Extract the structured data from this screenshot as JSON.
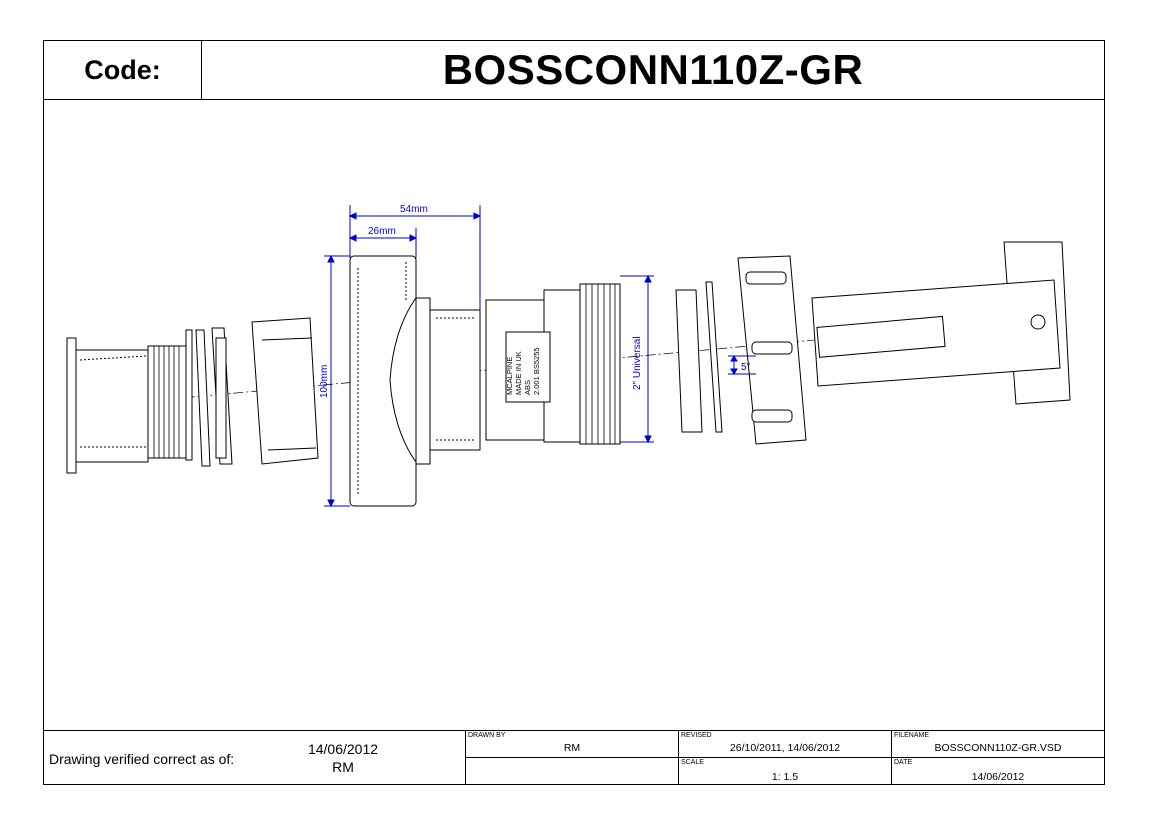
{
  "header": {
    "code_label": "Code:",
    "code_value": "BOSSCONN110Z-GR"
  },
  "drawing": {
    "dim_54": "54mm",
    "dim_26": "26mm",
    "dim_100": "100mm",
    "dim_universal": "2\" Universal",
    "dim_angle": "5°",
    "marking_lines": [
      "MCALPINE",
      "MADE IN UK",
      "ABS",
      "2.001  BS5255"
    ]
  },
  "title_block": {
    "verified_label": "Drawing verified  correct as of:",
    "verified_date": "14/06/2012",
    "verified_by": "RM",
    "drawn_by_label": "DRAWN BY",
    "drawn_by": "RM",
    "revised_label": "REVISED",
    "revised": "26/10/2011, 14/06/2012",
    "filename_label": "FILENAME",
    "filename": "BOSSCONN110Z-GR.VSD",
    "scale_label": "SCALE",
    "scale": "1: 1.5",
    "date_label": "DATE",
    "date": "14/06/2012"
  },
  "colors": {
    "line": "#000000",
    "dimension": "#0000cc"
  }
}
